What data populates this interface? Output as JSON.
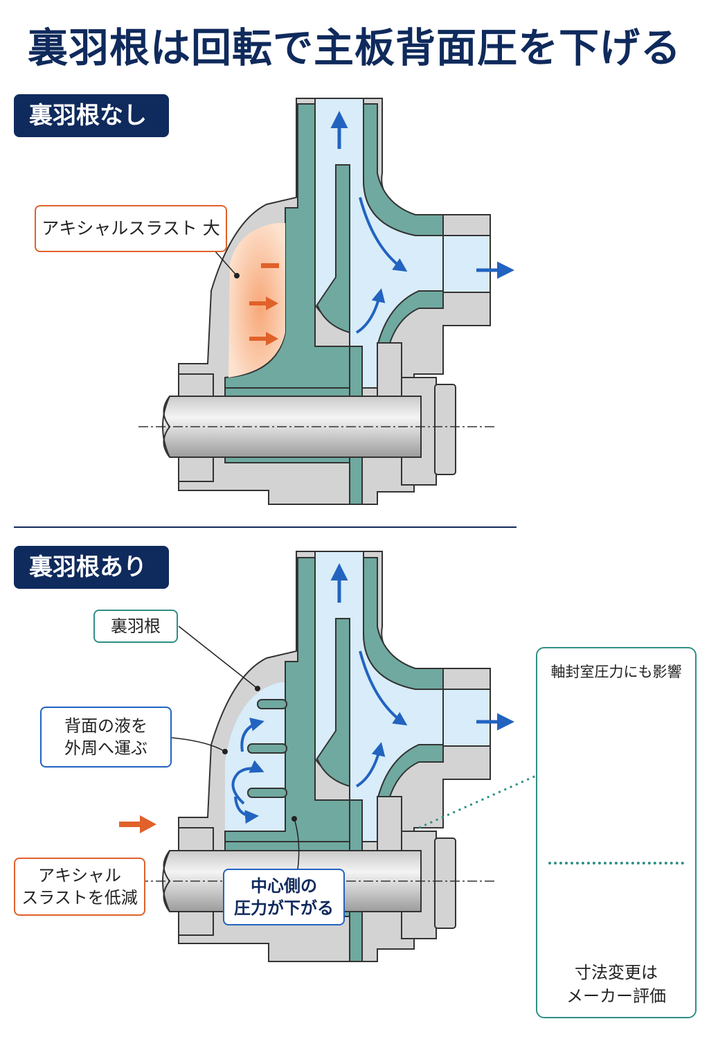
{
  "title": "裏羽根は回転で主板背面圧を下げる",
  "sections": {
    "without": {
      "badge": "裏羽根なし",
      "callout_axial": "アキシャルスラスト 大"
    },
    "with": {
      "badge": "裏羽根あり",
      "callout_back_vane": "裏羽根",
      "callout_carry_liquid": [
        "背面の液を",
        "外周へ運ぶ"
      ],
      "callout_axial_reduce": [
        "アキシャル",
        "スラストを低減"
      ],
      "callout_center_pressure": [
        "中心側の",
        "圧力が下がる"
      ]
    }
  },
  "inset": {
    "title": "軸封室圧力にも影響",
    "note": [
      "寸法変更は",
      "メーカー評価"
    ]
  },
  "colors": {
    "navy": "#0f2a5c",
    "teal_body": "#6fa9a0",
    "teal_border": "#2f8f86",
    "water": "#d8ecf9",
    "flow_blue": "#2263c0",
    "orange": "#e0612a",
    "casing_gray": "#d3d3d3"
  },
  "icons": [
    "flow-arrow-icon",
    "pressure-gauge-icon",
    "clipboard-checklist-icon",
    "shaft-seal-icon"
  ]
}
